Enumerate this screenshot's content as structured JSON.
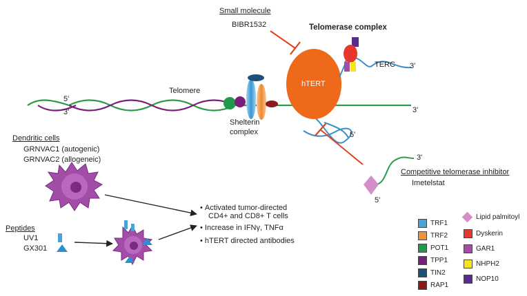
{
  "labels": {
    "small_molecule": "Small molecule",
    "bibr": "BIBR1532",
    "telomerase_complex": "Telomerase complex",
    "terc": "TERC",
    "htert": "hTERT",
    "telomere": "Telomere",
    "shelterin_1": "Shelterin",
    "shelterin_2": "complex",
    "five_prime": "5'",
    "three_prime": "3'",
    "dendritic_cells": "Dendritic cells",
    "grnvac1": "GRNVAC1 (autogenic)",
    "grnvac2": "GRNVAC2 (allogeneic)",
    "peptides": "Peptides",
    "uv1": "UV1",
    "gx301": "GX301",
    "competitive": "Competitive telomerase inhibitor",
    "imetelstat": "Imetelstat"
  },
  "outcomes": [
    "Activated tumor-directed",
    "CD4+ and CD8+ T cells",
    "Increase in IFNγ, TNFα",
    "hTERT directed antibodies"
  ],
  "legend_left": [
    {
      "label": "TRF1",
      "color": "#4aa3d8"
    },
    {
      "label": "TRF2",
      "color": "#f0923a"
    },
    {
      "label": "POT1",
      "color": "#1f9a4a"
    },
    {
      "label": "TPP1",
      "color": "#7a1f7a"
    },
    {
      "label": "TIN2",
      "color": "#1d4f7a"
    },
    {
      "label": "RAP1",
      "color": "#8b1a1a"
    }
  ],
  "legend_right": [
    {
      "label": "Lipid palmitoyl",
      "color": "#d48fc8",
      "shape": "diamond"
    },
    {
      "label": "Dyskerin",
      "color": "#e8372c"
    },
    {
      "label": "GAR1",
      "color": "#a64ca6"
    },
    {
      "label": "NHPH2",
      "color": "#f5e61a"
    },
    {
      "label": "NOP10",
      "color": "#5b2d8a"
    }
  ],
  "colors": {
    "telomere_green": "#2e9a48",
    "telomere_purple": "#7a1f7a",
    "rna_blue": "#3a8fc8",
    "inhibitor_red": "#e0401c",
    "htert_orange": "#ee6a1a",
    "dendritic_purple": "#a24ea8"
  }
}
